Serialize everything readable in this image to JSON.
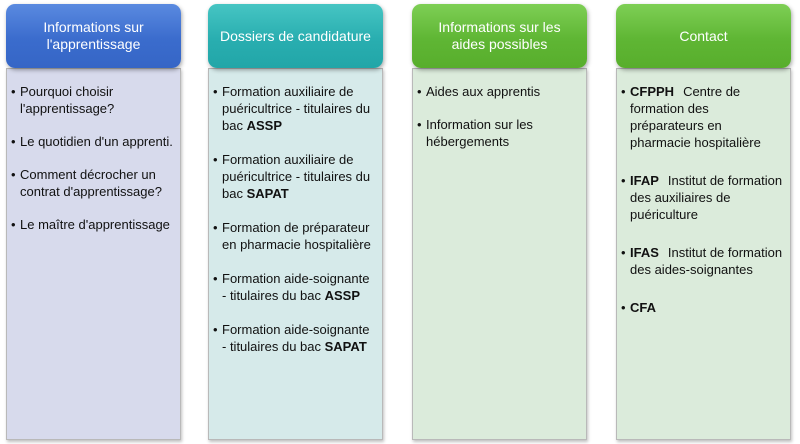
{
  "columns": [
    {
      "title": "Informations sur l'apprentissage",
      "items": [
        {
          "text": "Pourquoi choisir l'apprentissage?"
        },
        {
          "text": "Le quotidien d'un apprenti."
        },
        {
          "text": "Comment décrocher un contrat d'apprentissage?"
        },
        {
          "text": "Le maître d'apprentissage"
        }
      ]
    },
    {
      "title": "Dossiers de candidature",
      "items": [
        {
          "text": "Formation auxiliaire de puéricultrice - titulaires du bac",
          "bold": "ASSP"
        },
        {
          "text": "Formation auxiliaire de puéricultrice - titulaires du bac",
          "bold": "SAPAT"
        },
        {
          "text": "Formation de préparateur en pharmacie hospitalière"
        },
        {
          "text": "Formation aide-soignante - titulaires du bac",
          "bold": "ASSP"
        },
        {
          "text": "Formation aide-soignante - titulaires du bac",
          "bold": "SAPAT"
        }
      ]
    },
    {
      "title": "Informations sur les aides possibles",
      "items": [
        {
          "text": "Aides aux apprentis"
        },
        {
          "text": "Information sur les hébergements"
        }
      ]
    },
    {
      "title": "Contact",
      "items": [
        {
          "abbr": "CFPPH",
          "text": "Centre de formation des préparateurs en pharmacie hospitalière"
        },
        {
          "abbr": "IFAP",
          "text": "Institut de formation des auxiliaires de puériculture"
        },
        {
          "abbr": "IFAS",
          "text": "Institut de formation des aides-soignantes"
        },
        {
          "abbr": "CFA"
        }
      ]
    }
  ],
  "colors": {
    "header_blue": "#3b6ccd",
    "header_teal": "#29aeb0",
    "header_green": "#5fb634",
    "panel_blue": "#d7daec",
    "panel_teal": "#d6eaea",
    "panel_green": "#dbebdb"
  }
}
